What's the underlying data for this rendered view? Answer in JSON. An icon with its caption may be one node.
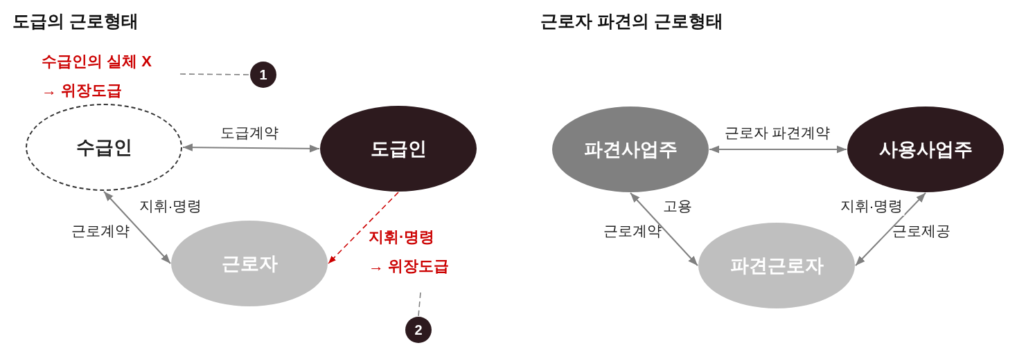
{
  "diagram": {
    "nodes": [
      {
        "text": [
          "수급인"
        ]
      },
      {
        "text": [
          "도급인"
        ]
      },
      {
        "text": [
          "근로자"
        ]
      },
      {
        "text": [
          "수급인의 실체 X",
          "→ 위장도급"
        ]
      },
      {
        "text": [
          "1"
        ]
      },
      {
        "text": [
          "지휘·명령",
          "→ 위장도급"
        ]
      },
      {
        "text": [
          "2"
        ]
      },
      {
        "text": [
          "파견사업주"
        ]
      },
      {
        "text": [
          "사용사업주"
        ]
      },
      {
        "text": [
          "파견근로자"
        ]
      }
    ],
    "edges": [
      {
        "from": 0,
        "to": 1,
        "arrow": "both",
        "label": "도급계약"
      },
      {
        "from": 0,
        "to": 2,
        "arrow": "both",
        "label": "지휘·명령"
      },
      {
        "from": 1,
        "to": 2,
        "arrow": "to",
        "style": "dashed",
        "color": "#cc0000"
      },
      {
        "from": 3,
        "to": 4,
        "arrow": "none",
        "style": "dashed"
      },
      {
        "from": 5,
        "to": 6,
        "arrow": "none",
        "style": "dashed"
      },
      {
        "from": 7,
        "to": 8,
        "arrow": "both",
        "label": "근로자 파견계약"
      },
      {
        "from": 7,
        "to": 9,
        "arrow": "both",
        "label": "고용"
      },
      {
        "from": 8,
        "to": 9,
        "arrow": "both",
        "label": "지휘·명령"
      }
    ],
    "labels": [
      "도급의 근로형태",
      "근로자 파견의 근로형태",
      "근로계약",
      "근로계약",
      "근로제공"
    ]
  }
}
